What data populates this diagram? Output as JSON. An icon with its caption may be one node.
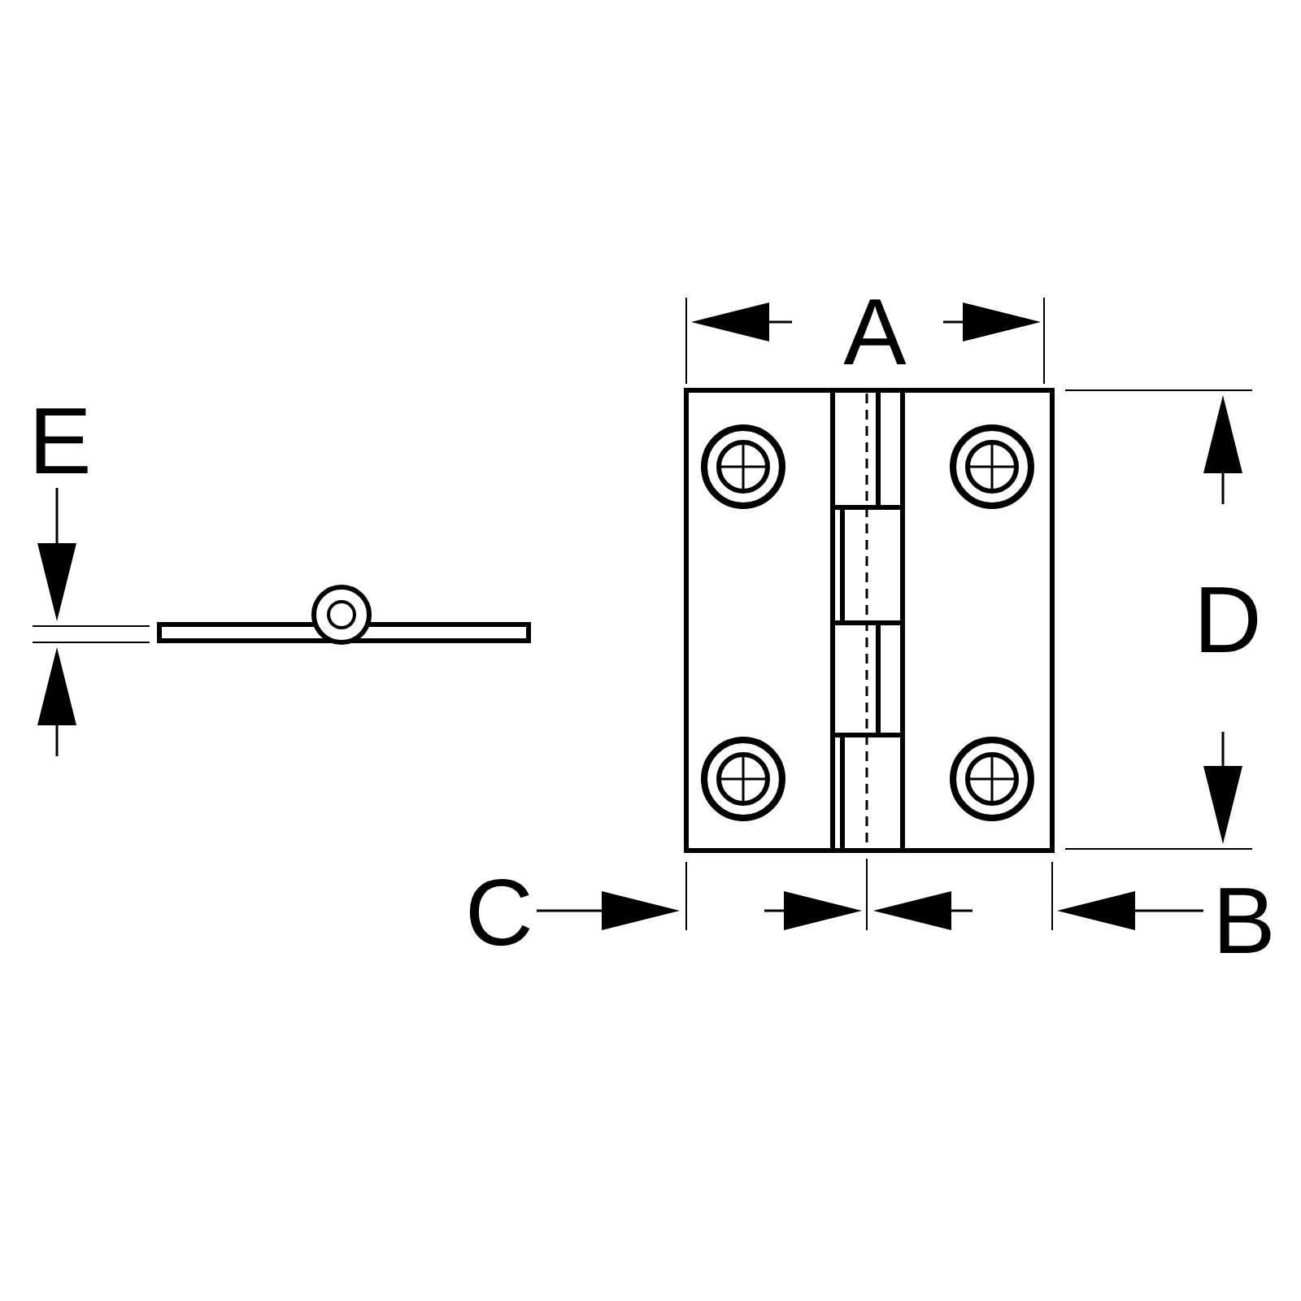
{
  "diagram": {
    "labels": [
      "A",
      "E",
      "D",
      "C",
      "B"
    ]
  }
}
